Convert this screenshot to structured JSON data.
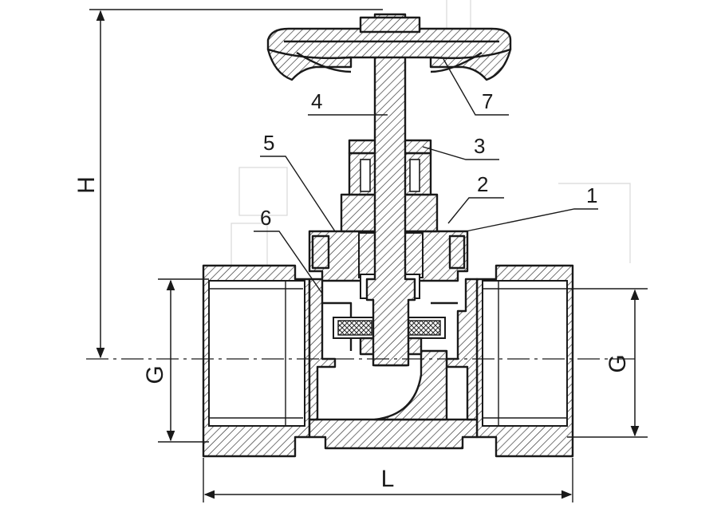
{
  "part_labels": [
    "1",
    "2",
    "3",
    "4",
    "5",
    "6",
    "7"
  ],
  "dimensions": {
    "height": "H",
    "thread_left": "G",
    "thread_right": "G",
    "length": "L"
  }
}
